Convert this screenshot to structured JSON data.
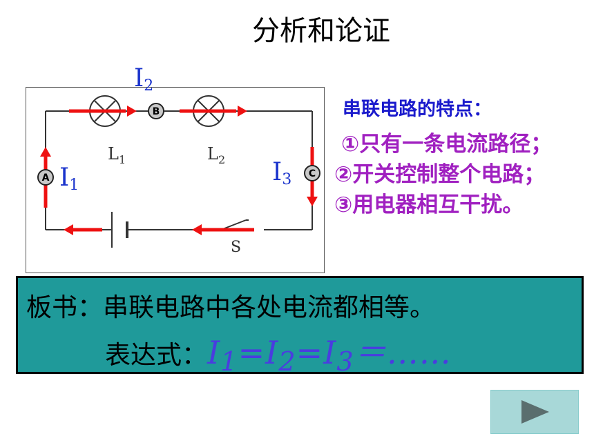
{
  "page": {
    "title": "分析和论证"
  },
  "circuit": {
    "meters": [
      {
        "id": "A",
        "current": "I",
        "sub": "1"
      },
      {
        "id": "B",
        "current": "I",
        "sub": "2"
      },
      {
        "id": "C",
        "current": "I",
        "sub": "3"
      }
    ],
    "bulbs": [
      {
        "label": "L",
        "sub": "1"
      },
      {
        "label": "L",
        "sub": "2"
      }
    ],
    "switch_label": "S"
  },
  "features": {
    "heading": "串联电路的特点：",
    "body": "①只有一条电流路径；②开关控制整个电路；③用电器相互干扰。"
  },
  "board": {
    "line1": "板书：串联电路中各处电流都相等。",
    "expr_label": "表达式：",
    "formula_terms": [
      "I",
      "1",
      "=I",
      "2",
      "=I",
      "3",
      "＝……"
    ]
  },
  "colors": {
    "arrow": "#ee1111",
    "current_label": "#1a33cc",
    "heading": "#1a1acc",
    "features_text": "#a020c0",
    "board_bg": "#1f9a9a",
    "formula": "#4a3ce0",
    "nav_button": "#a8d8d8"
  },
  "nav": {
    "next_icon": "play-right-icon"
  }
}
